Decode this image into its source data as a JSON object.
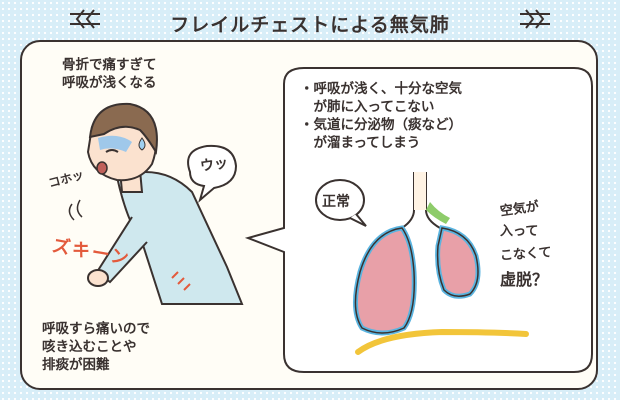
{
  "title": "フレイルチェストによる無気肺",
  "top_left_caption": [
    "骨折で痛すぎて",
    "呼吸が浅くなる"
  ],
  "bottom_left_caption": [
    "呼吸すら痛いので",
    "咳き込むことや",
    "排痰が困難"
  ],
  "sfx": {
    "cough": "コホッ",
    "groan": "ウッ",
    "pain": "ズキーン"
  },
  "bubble_points": [
    [
      "・呼吸が浅く、十分な空気",
      "　が肺に入ってこない"
    ],
    [
      "・気道に分泌物（痰など）",
      "　が溜まってしまう"
    ]
  ],
  "normal_label": "正常",
  "side_note": [
    "空気が",
    "入って",
    "こなくて",
    "虚脱？"
  ],
  "colors": {
    "background": "#d8eef8",
    "lung_tissue": "#e8a0a8",
    "lung_outline_blue": "#5ab4e0",
    "bronchus_green": "#8ecc6a",
    "diaphragm_yellow": "#f2c53a",
    "pain_red": "#e35a3c",
    "skin": "#fbe2cf",
    "shirt": "#cfe8ee"
  }
}
